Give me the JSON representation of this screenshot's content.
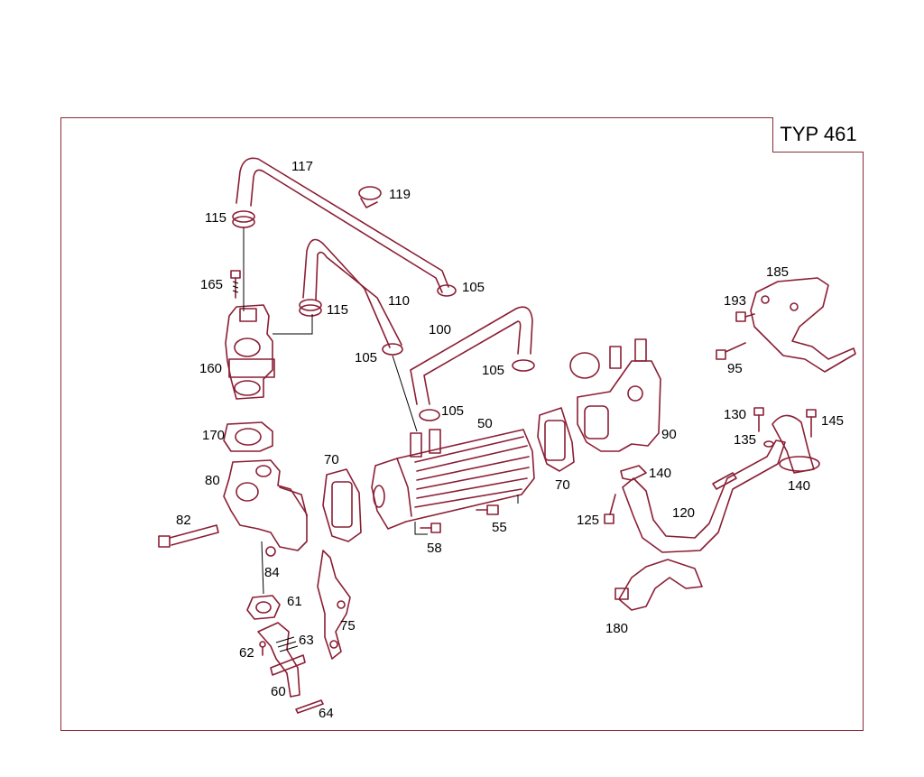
{
  "type_label": "TYP 461",
  "colors": {
    "frame": "#8a2a3a",
    "part_stroke": "#8a1e34",
    "label": "#000000"
  },
  "labels": {
    "p117": "117",
    "p119": "119",
    "p115a": "115",
    "p115b": "115",
    "p165": "165",
    "p110": "110",
    "p105a": "105",
    "p105b": "105",
    "p105c": "105",
    "p105d": "105",
    "p100": "100",
    "p160": "160",
    "p185": "185",
    "p193": "193",
    "p95": "95",
    "p90": "90",
    "p50": "50",
    "p70a": "70",
    "p70b": "70",
    "p170": "170",
    "p80": "80",
    "p82": "82",
    "p84": "84",
    "p61": "61",
    "p62": "62",
    "p63": "63",
    "p60": "60",
    "p64": "64",
    "p75": "75",
    "p58": "58",
    "p55": "55",
    "p140a": "140",
    "p140b": "140",
    "p125": "125",
    "p120": "120",
    "p130": "130",
    "p135": "135",
    "p145": "145",
    "p180": "180"
  }
}
